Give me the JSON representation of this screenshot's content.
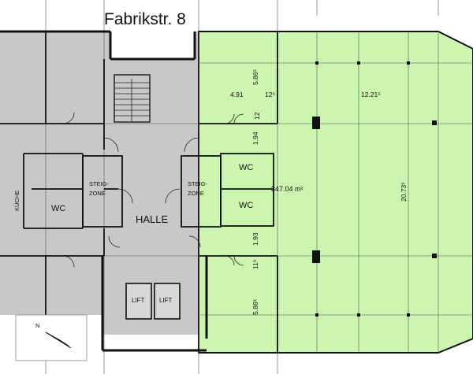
{
  "plan": {
    "street_address": "Fabrikstr. 8",
    "hall_label": "HALLE",
    "kitchen_label": "KÜCHE",
    "stair_zone_left": [
      "STEIG-",
      "ZONE"
    ],
    "stair_zone_right": [
      "STEIG-",
      "ZONE"
    ],
    "wc_labels": [
      "WC",
      "WC",
      "WC"
    ],
    "lift_labels": [
      "LIFT",
      "LIFT"
    ],
    "north_label": "N",
    "highlight_color": "#ccf5b0",
    "grey_color": "#c8c8c8",
    "office_area": "347.04 m²",
    "dimensions": {
      "room_top_width": "4.91",
      "room_top_height": "5.86⁵",
      "corridor_12_5": "12⁵",
      "dim_12": "12",
      "main_width": "12.21⁵",
      "main_height": "20.73⁵",
      "dim_1_94": "1.94",
      "dim_1_93": "1.93",
      "dim_11_5": "11⁵",
      "room_bottom_height": "5.86⁵"
    }
  }
}
